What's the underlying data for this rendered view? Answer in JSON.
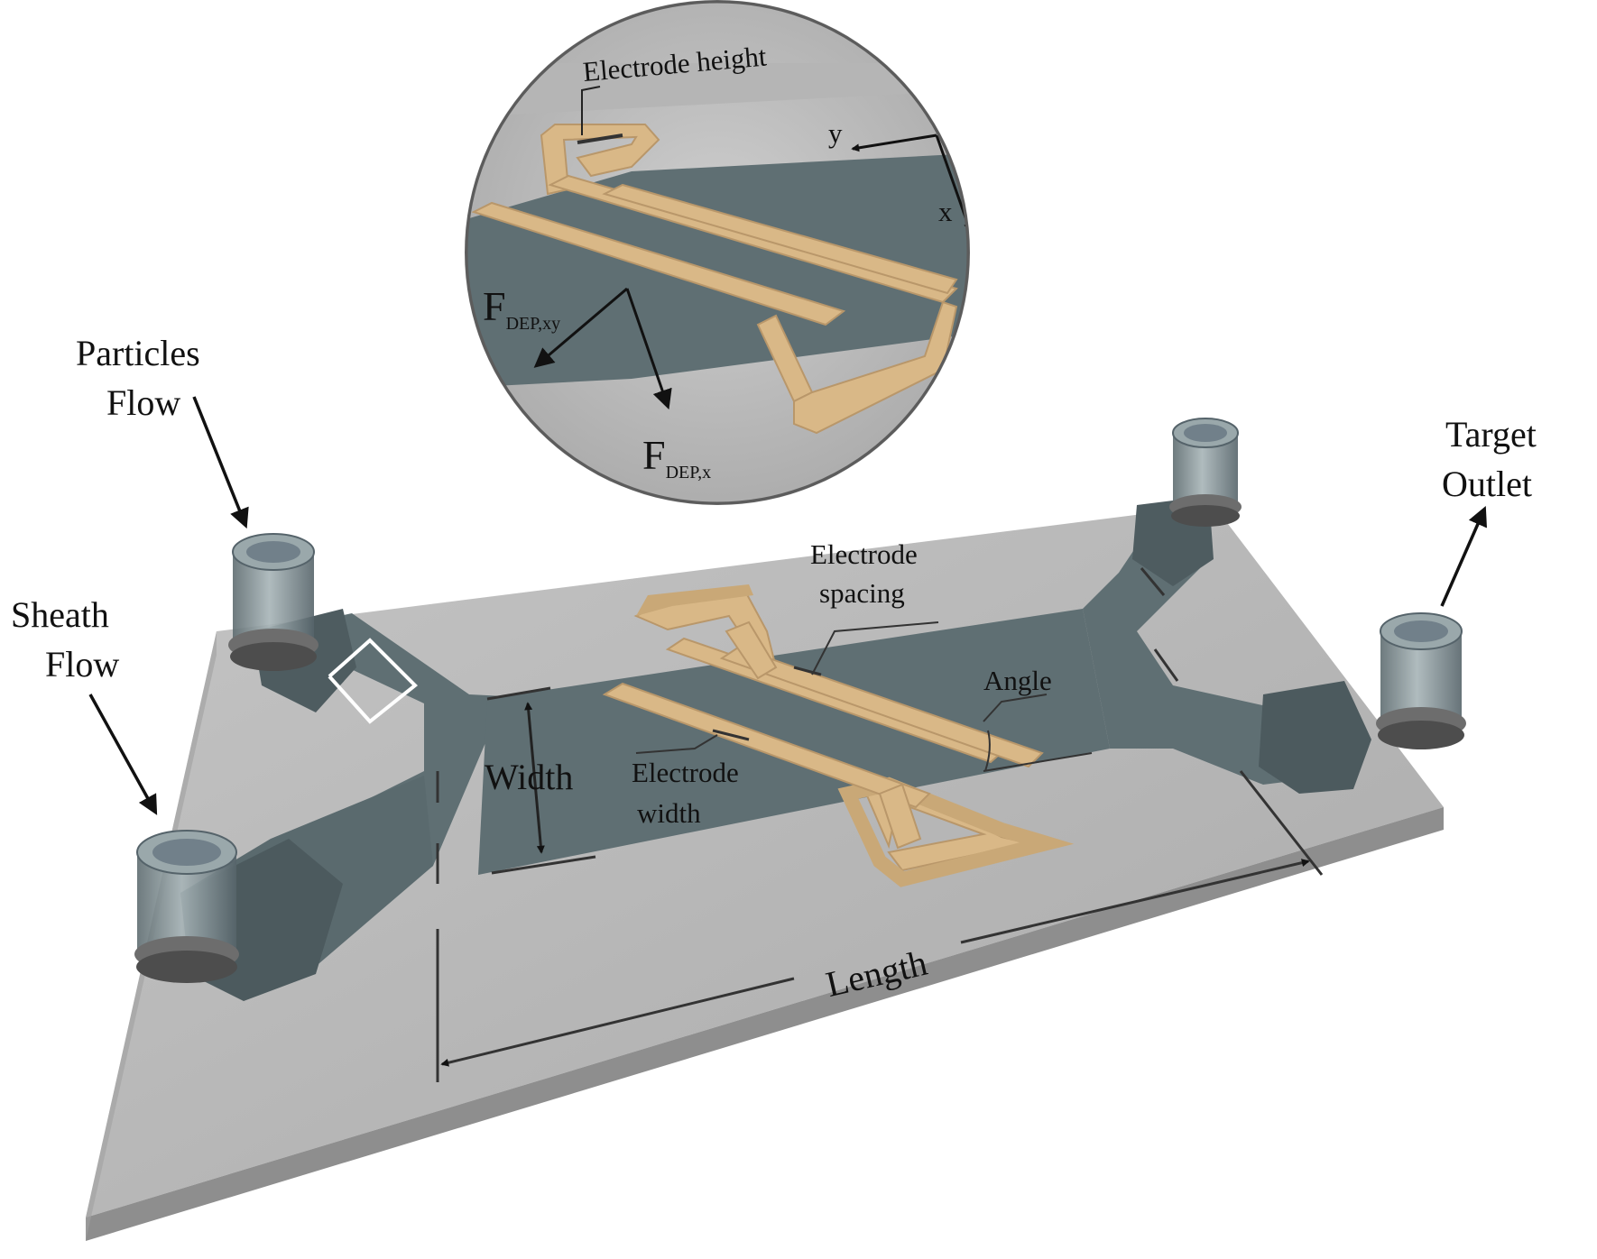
{
  "labels": {
    "particles_flow_1": "Particles",
    "particles_flow_2": "Flow",
    "sheath_flow_1": "Sheath",
    "sheath_flow_2": "Flow",
    "target_outlet_1": "Target",
    "target_outlet_2": "Outlet",
    "electrode_spacing_1": "Electrode",
    "electrode_spacing_2": "spacing",
    "angle": "Angle",
    "width": "Width",
    "electrode_width_1": "Electrode",
    "electrode_width_2": "width",
    "length": "Length",
    "electrode_height": "Electrode height",
    "axis_y": "y",
    "axis_x": "x",
    "fdep_xy_main": "F",
    "fdep_xy_sub": "DEP,xy",
    "fdep_x_main": "F",
    "fdep_x_sub": "DEP,x"
  },
  "colors": {
    "substrate_top": "#b9b9b9",
    "substrate_side": "#9a9a9a",
    "channel": "#5f6f73",
    "channel_dark": "#4a585c",
    "electrode": "#d9b887",
    "electrode_dark": "#b9976a",
    "port_glass": "#7f8e92",
    "arrow": "#111111"
  }
}
